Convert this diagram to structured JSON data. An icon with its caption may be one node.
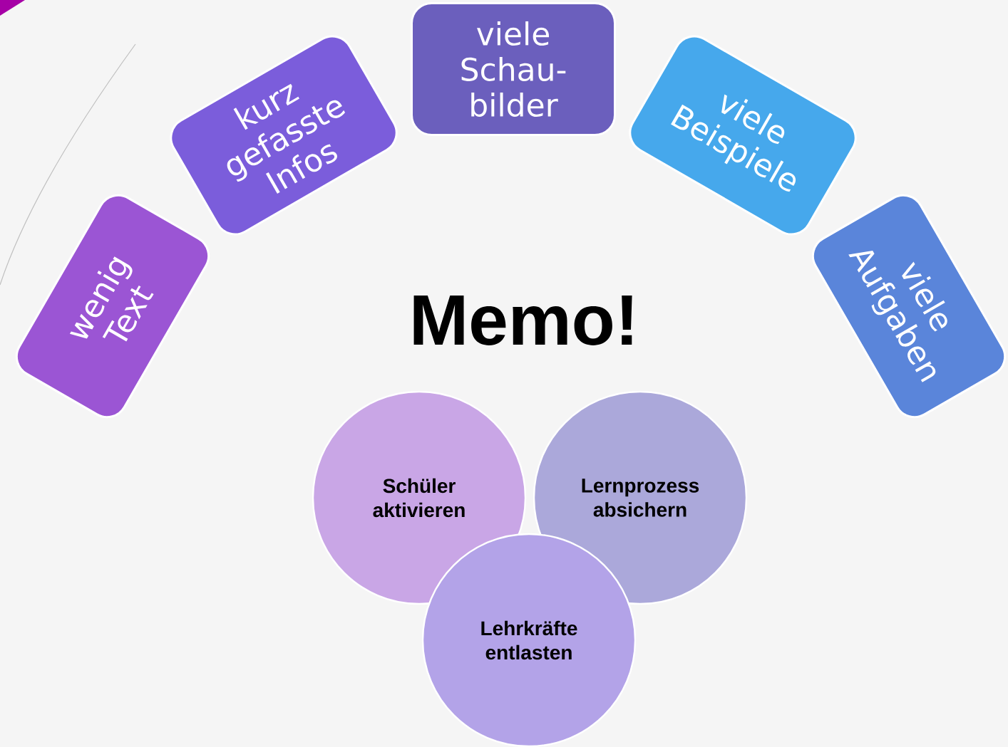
{
  "diagram": {
    "nodes": [
      {
        "text": [
          "wenig Text"
        ]
      },
      {
        "text": [
          "kurz gefasste Infos"
        ]
      },
      {
        "text": [
          "viele Schau- bilder"
        ]
      },
      {
        "text": [
          "viele Beispiele"
        ]
      },
      {
        "text": [
          "viele Aufgaben"
        ]
      },
      {
        "text": [
          "Schüler aktivieren"
        ]
      },
      {
        "text": [
          "Lernprozess absichern"
        ]
      },
      {
        "text": [
          "Lehrkräfte entlasten"
        ]
      }
    ],
    "labels": [
      "Memo!"
    ]
  }
}
